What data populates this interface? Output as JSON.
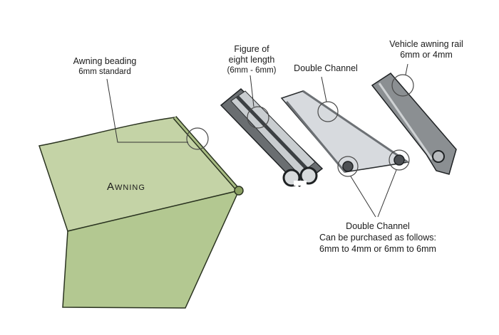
{
  "labels": {
    "beading_title": "Awning beading",
    "beading_sub": "6mm standard",
    "fig8_line1": "Figure of",
    "fig8_line2": "eight length",
    "fig8_line3": "(6mm - 6mm)",
    "double_channel": "Double Channel",
    "rail_line1": "Vehicle awning rail",
    "rail_line2": "6mm or 4mm",
    "purchase_line1": "Double Channel",
    "purchase_line2": "Can be purchased as follows:",
    "purchase_line3": "6mm to 4mm or 6mm to 6mm",
    "awning": "Awning"
  },
  "colors": {
    "awning_top": "#c2d1a3",
    "awning_bottom": "#b2c790",
    "awning_edge": "#2a3320",
    "metal_dark": "#5f6366",
    "metal_light": "#d4d7d9",
    "callout_line": "#333333"
  }
}
